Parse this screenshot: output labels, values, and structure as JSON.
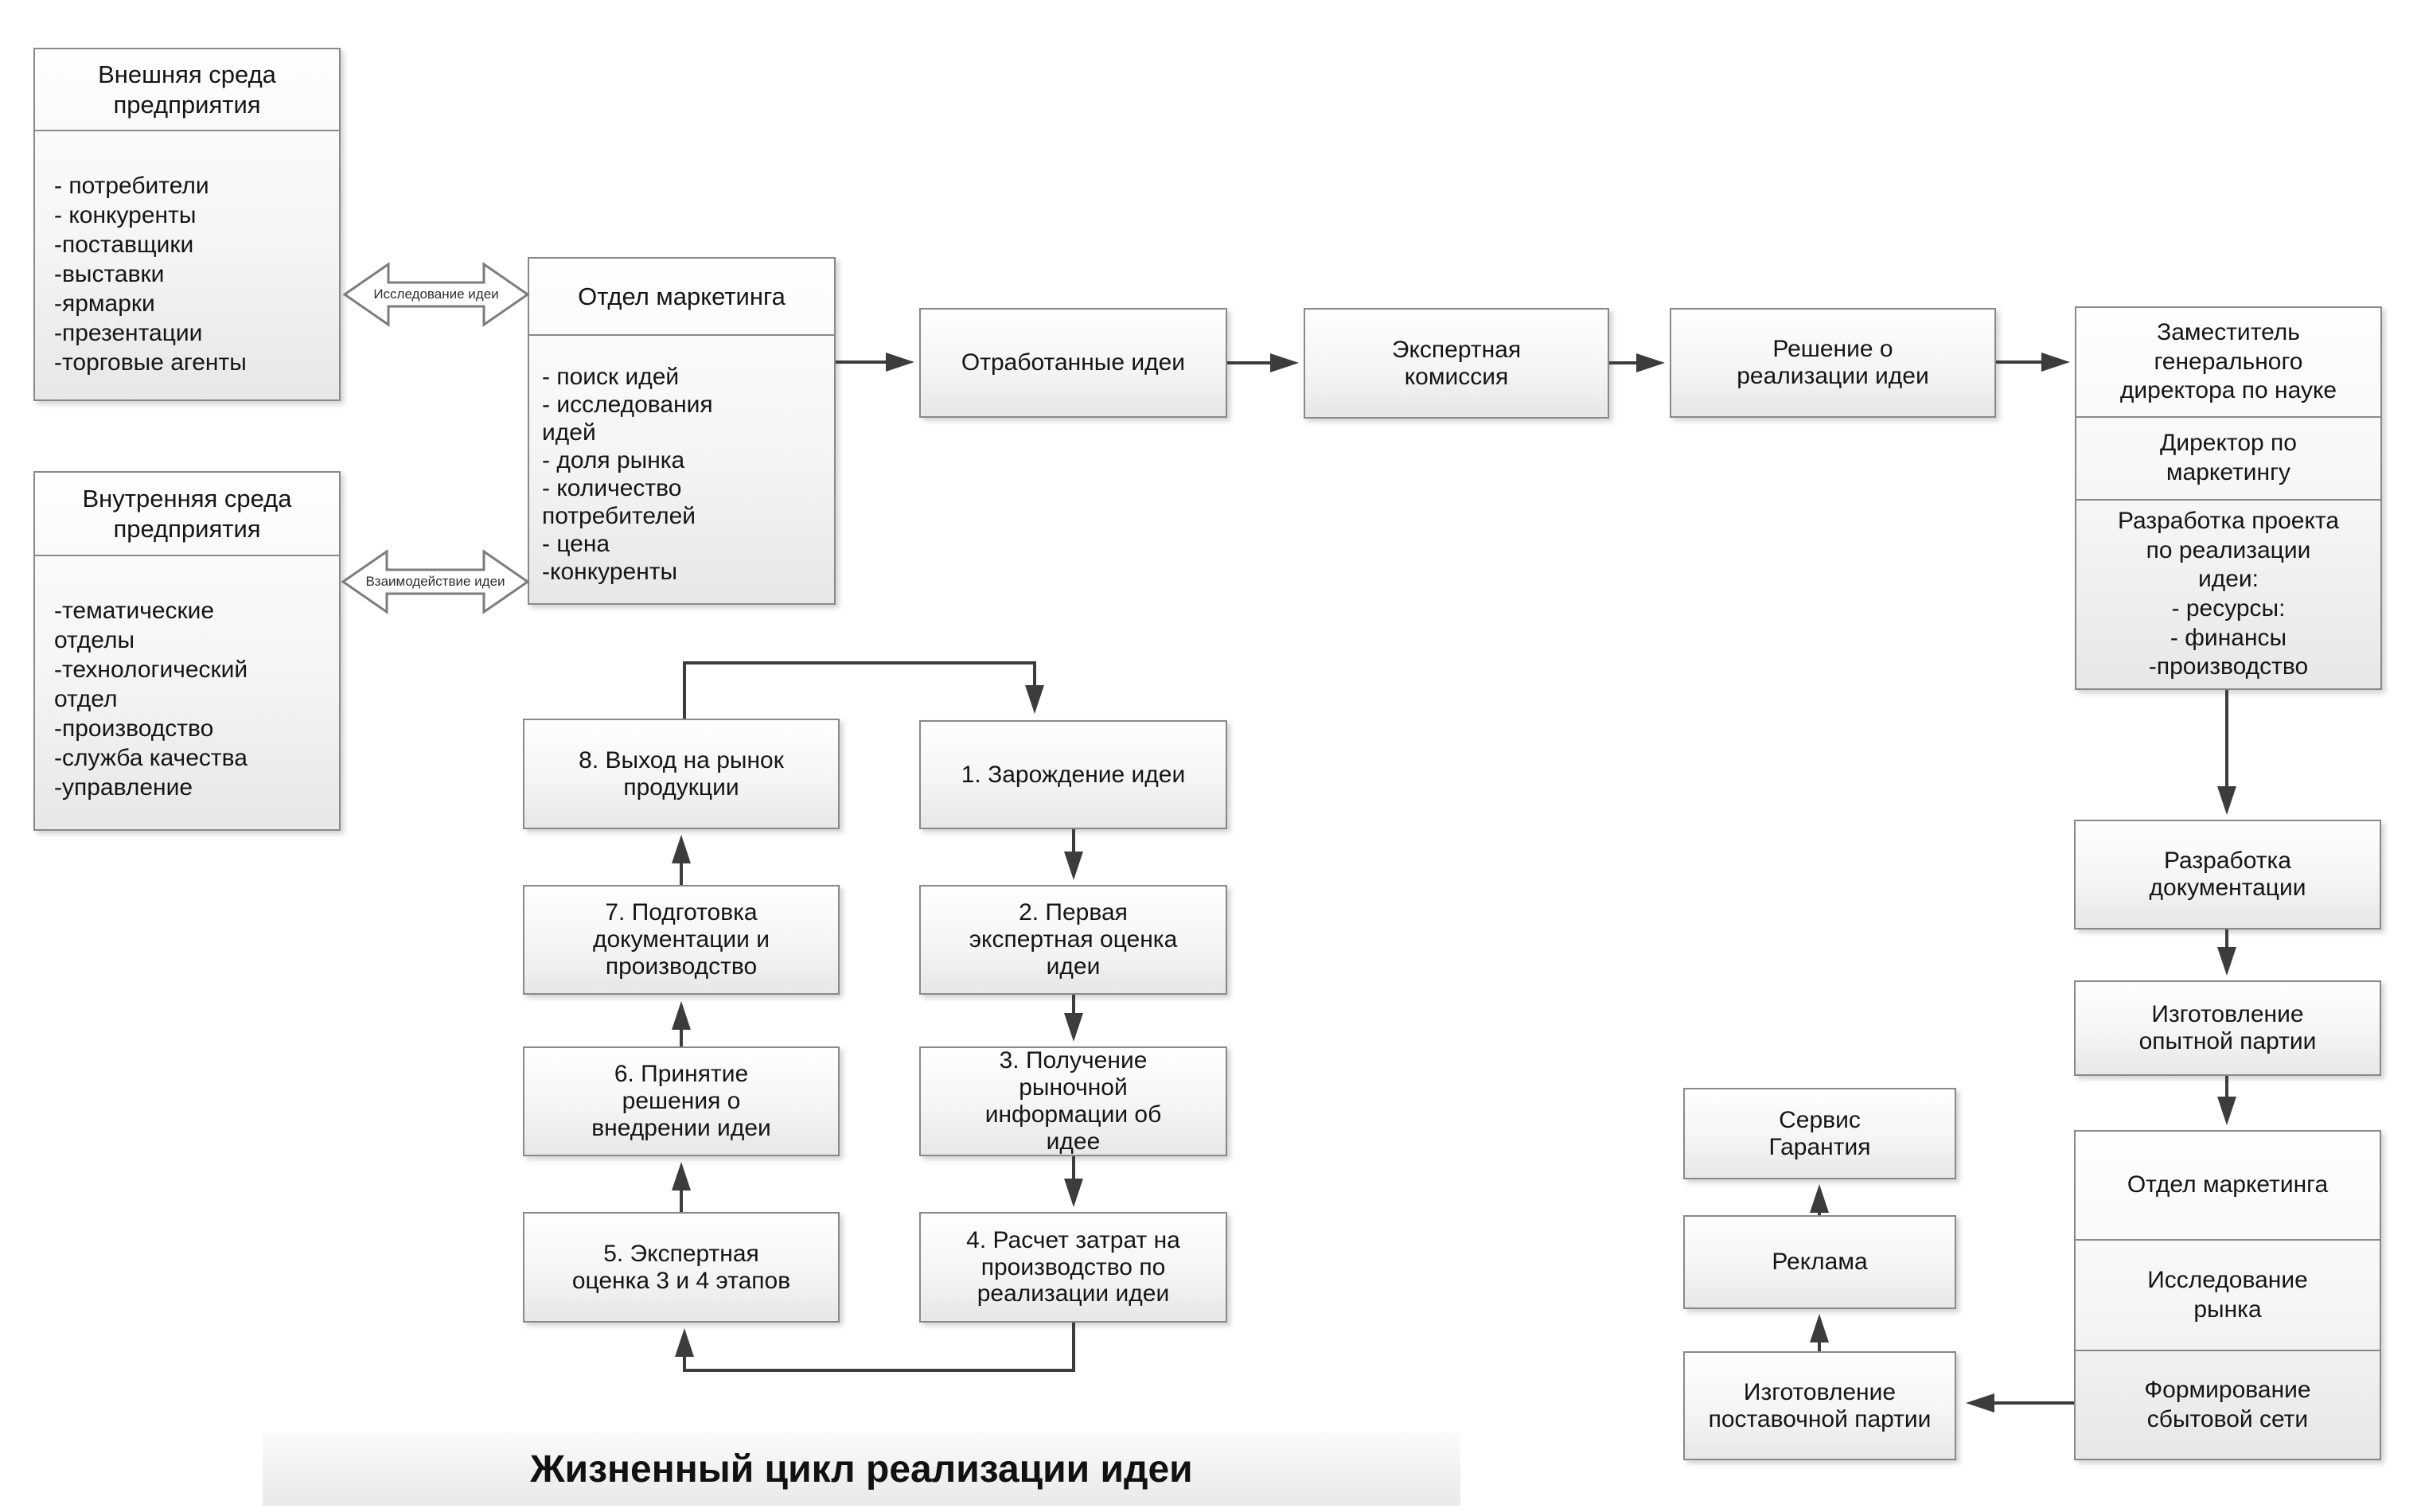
{
  "diagram_title": "Жизненный цикл реализации идеи",
  "colors": {
    "box_border": "#898989",
    "arrow": "#3c3c3c",
    "text": "#151515",
    "strip_background": "#ededed"
  },
  "external_env": {
    "title": "Внешняя среда\nпредприятия",
    "items": [
      "- потребители",
      "- конкуренты",
      "-поставщики",
      "-выставки",
      "-ярмарки",
      "-презентации",
      "-торговые агенты"
    ]
  },
  "internal_env": {
    "title": "Внутренняя среда\nпредприятия",
    "items": [
      "-тематические\nотделы",
      "-технологический\nотдел",
      "-производство",
      "-служба качества",
      "-управление"
    ]
  },
  "flow_labels": {
    "research": "Исследование идеи",
    "interaction": "Взаимодействие идеи"
  },
  "marketing_dept": {
    "title": "Отдел маркетинга",
    "items": [
      "- поиск идей",
      "- исследования\nидей",
      "- доля рынка",
      "- количество\nпотребителей",
      "- цена",
      "-конкуренты"
    ]
  },
  "top_row": {
    "processed_ideas": "Отработанные идеи",
    "expert_commission": "Экспертная\nкомиссия",
    "decision": "Решение о\nреализации идеи"
  },
  "management": {
    "deputy_director": "Заместитель\nгенерального\nдиректора по науке",
    "marketing_director": "Директор по\nмаркетингу",
    "project_development": "Разработка проекта\nпо реализации\nидеи:\n- ресурсы:\n- финансы\n-производство"
  },
  "right_chain": {
    "documentation": "Разработка\nдокументации",
    "pilot_batch": "Изготовление\nопытной партии",
    "marketing_dept": "Отдел маркетинга",
    "market_research": "Исследование\nрынка",
    "sales_network": "Формирование\nсбытовой сети"
  },
  "cycle": {
    "step1": "1. Зарождение идеи",
    "step2": "2. Первая\nэкспертная оценка\nидеи",
    "step3": "3. Получение\nрыночной\nинформации об\nидее",
    "step4": "4. Расчет затрат на\nпроизводство по\nреализации идеи",
    "step5": "5. Экспертная\nоценка 3 и 4 этапов",
    "step6": "6. Принятие\nрешения о\nвнедрении идеи",
    "step7": "7. Подготовка\nдокументации и\nпроизводство",
    "step8": "8. Выход на рынок\nпродукции"
  },
  "delivery_chain": {
    "service": "Сервис\nГарантия",
    "advertising": "Реклама",
    "delivery_batch": "Изготовление\nпоставочной партии"
  }
}
